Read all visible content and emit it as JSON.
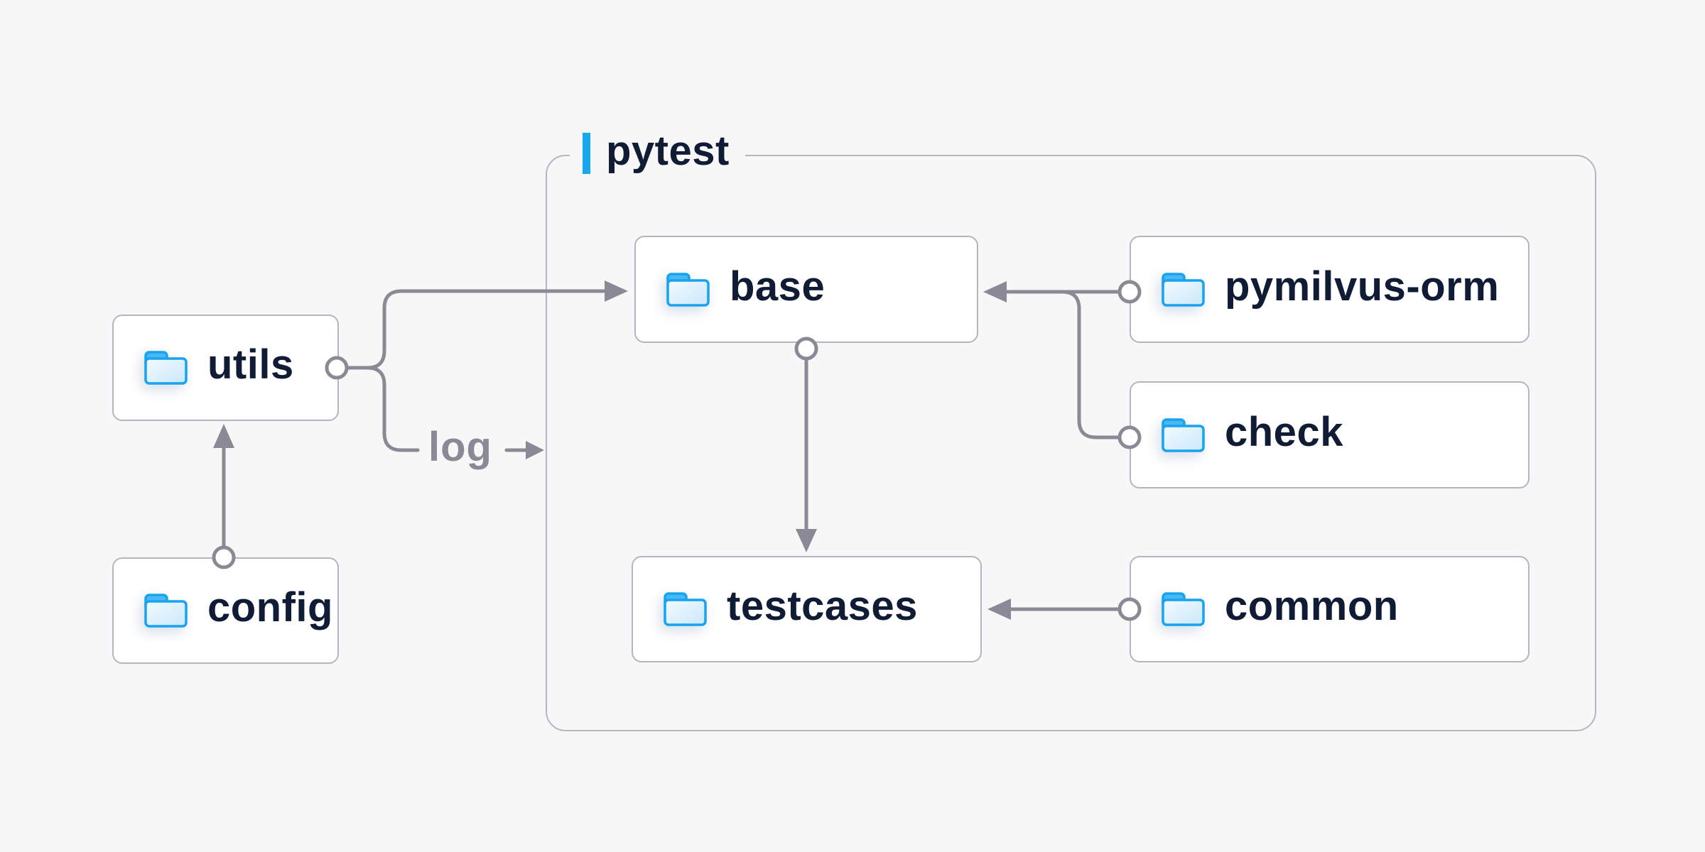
{
  "colors": {
    "background": "#f7f7f8",
    "node_background": "#ffffff",
    "node_border": "#b5b5c1",
    "group_border": "#b5b5c1",
    "connector_line": "#8a8a96",
    "node_text": "#101b35",
    "muted_text": "#8a8a96",
    "accent_blue": "#17a8ec",
    "folder_outline": "#17a3ef",
    "folder_tab_fill": "#4ab8f4",
    "folder_body_fill_top": "#f3fafe",
    "folder_body_fill_bottom": "#c9e8fb"
  },
  "group": {
    "label": "pytest"
  },
  "nodes": {
    "utils": {
      "label": "utils"
    },
    "config": {
      "label": "config"
    },
    "base": {
      "label": "base"
    },
    "testcases": {
      "label": "testcases"
    },
    "pymilvus_orm": {
      "label": "pymilvus-orm"
    },
    "check": {
      "label": "check"
    },
    "common": {
      "label": "common"
    }
  },
  "edge_labels": {
    "log": "log"
  },
  "edges": [
    {
      "from": "config",
      "to": "utils",
      "style": "arrow-up"
    },
    {
      "from": "utils",
      "to": "base",
      "style": "arrow-right"
    },
    {
      "from": "utils",
      "to": "log",
      "style": "labeled-arrow",
      "label": "log"
    },
    {
      "from": "pymilvus-orm",
      "to": "base",
      "style": "arrow-left"
    },
    {
      "from": "check",
      "to": "base",
      "style": "arrow-left-merge"
    },
    {
      "from": "base",
      "to": "testcases",
      "style": "arrow-down"
    },
    {
      "from": "common",
      "to": "testcases",
      "style": "arrow-left"
    }
  ]
}
